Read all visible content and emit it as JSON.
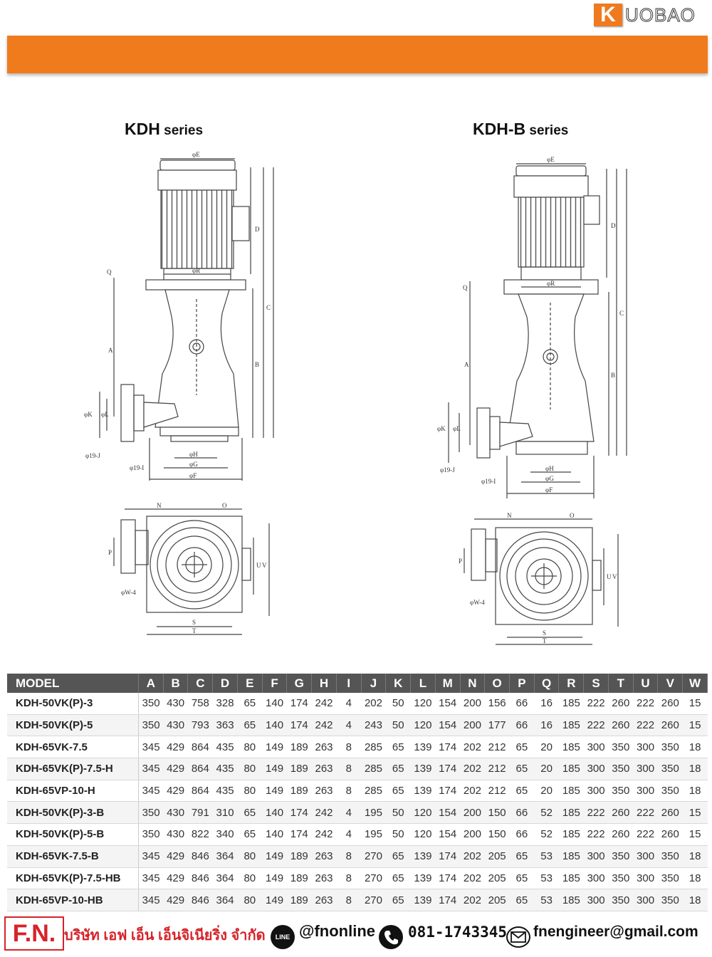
{
  "brand": {
    "logo_letter": "K",
    "logo_text": "UOBAO",
    "accent_color": "#f07b1d"
  },
  "drawings": {
    "left_title_bold": "KDH",
    "left_title_rest": " series",
    "right_title_bold": "KDH-B",
    "right_title_rest": " series",
    "labels": {
      "phi_e": "φE",
      "phi_r": "φR",
      "q": "Q",
      "d": "D",
      "c": "C",
      "b": "B",
      "a": "A",
      "phi_k": "φK",
      "phi_l": "φL",
      "hole_j": "φ19-J",
      "hole_i": "φ19-I",
      "phi_h": "φH",
      "phi_g": "φG",
      "phi_f": "φF",
      "n": "N",
      "o": "O",
      "p": "P",
      "u": "U",
      "v": "V",
      "hole_w": "φW-4",
      "s": "S",
      "t": "T"
    }
  },
  "table": {
    "columns": [
      "MODEL",
      "A",
      "B",
      "C",
      "D",
      "E",
      "F",
      "G",
      "H",
      "I",
      "J",
      "K",
      "L",
      "M",
      "N",
      "O",
      "P",
      "Q",
      "R",
      "S",
      "T",
      "U",
      "V",
      "W"
    ],
    "rows": [
      [
        "KDH-50VK(P)-3",
        "350",
        "430",
        "758",
        "328",
        "65",
        "140",
        "174",
        "242",
        "4",
        "202",
        "50",
        "120",
        "154",
        "200",
        "156",
        "66",
        "16",
        "185",
        "222",
        "260",
        "222",
        "260",
        "15"
      ],
      [
        "KDH-50VK(P)-5",
        "350",
        "430",
        "793",
        "363",
        "65",
        "140",
        "174",
        "242",
        "4",
        "243",
        "50",
        "120",
        "154",
        "200",
        "177",
        "66",
        "16",
        "185",
        "222",
        "260",
        "222",
        "260",
        "15"
      ],
      [
        "KDH-65VK-7.5",
        "345",
        "429",
        "864",
        "435",
        "80",
        "149",
        "189",
        "263",
        "8",
        "285",
        "65",
        "139",
        "174",
        "202",
        "212",
        "65",
        "20",
        "185",
        "300",
        "350",
        "300",
        "350",
        "18"
      ],
      [
        "KDH-65VK(P)-7.5-H",
        "345",
        "429",
        "864",
        "435",
        "80",
        "149",
        "189",
        "263",
        "8",
        "285",
        "65",
        "139",
        "174",
        "202",
        "212",
        "65",
        "20",
        "185",
        "300",
        "350",
        "300",
        "350",
        "18"
      ],
      [
        "KDH-65VP-10-H",
        "345",
        "429",
        "864",
        "435",
        "80",
        "149",
        "189",
        "263",
        "8",
        "285",
        "65",
        "139",
        "174",
        "202",
        "212",
        "65",
        "20",
        "185",
        "300",
        "350",
        "300",
        "350",
        "18"
      ],
      [
        "KDH-50VK(P)-3-B",
        "350",
        "430",
        "791",
        "310",
        "65",
        "140",
        "174",
        "242",
        "4",
        "195",
        "50",
        "120",
        "154",
        "200",
        "150",
        "66",
        "52",
        "185",
        "222",
        "260",
        "222",
        "260",
        "15"
      ],
      [
        "KDH-50VK(P)-5-B",
        "350",
        "430",
        "822",
        "340",
        "65",
        "140",
        "174",
        "242",
        "4",
        "195",
        "50",
        "120",
        "154",
        "200",
        "150",
        "66",
        "52",
        "185",
        "222",
        "260",
        "222",
        "260",
        "15"
      ],
      [
        "KDH-65VK-7.5-B",
        "345",
        "429",
        "846",
        "364",
        "80",
        "149",
        "189",
        "263",
        "8",
        "270",
        "65",
        "139",
        "174",
        "202",
        "205",
        "65",
        "53",
        "185",
        "300",
        "350",
        "300",
        "350",
        "18"
      ],
      [
        "KDH-65VK(P)-7.5-HB",
        "345",
        "429",
        "846",
        "364",
        "80",
        "149",
        "189",
        "263",
        "8",
        "270",
        "65",
        "139",
        "174",
        "202",
        "205",
        "65",
        "53",
        "185",
        "300",
        "350",
        "300",
        "350",
        "18"
      ],
      [
        "KDH-65VP-10-HB",
        "345",
        "429",
        "846",
        "364",
        "80",
        "149",
        "189",
        "263",
        "8",
        "270",
        "65",
        "139",
        "174",
        "202",
        "205",
        "65",
        "53",
        "185",
        "300",
        "350",
        "300",
        "350",
        "18"
      ]
    ]
  },
  "footer": {
    "logo": "F.N.",
    "company": "บริษัท เอฟ เอ็น เอ็นจิเนียริ่ง จำกัด",
    "line_icon_text": "LINE",
    "line_id": "@fnonline",
    "phone": "081-1743345",
    "email": "fnengineer@gmail.com",
    "red_color": "#d6232a"
  }
}
